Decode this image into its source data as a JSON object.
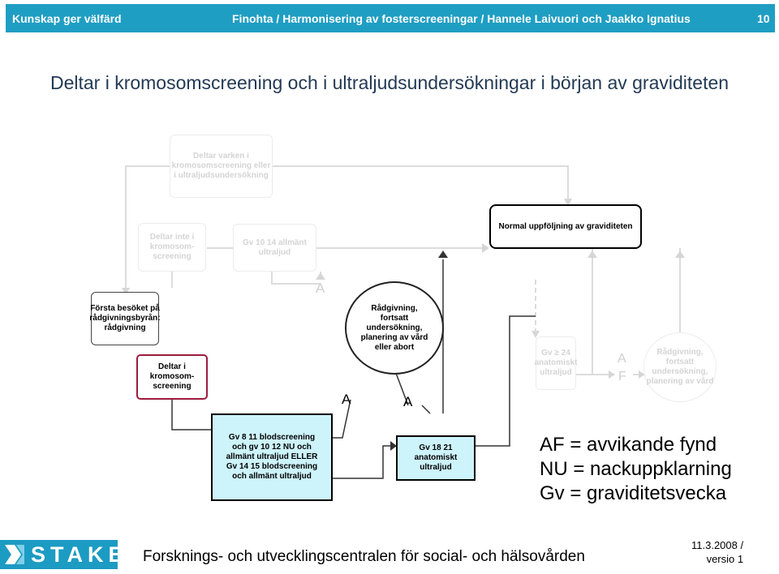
{
  "header": {
    "left": "Kunskap ger välfärd",
    "center": "Finohta / Harmonisering av fosterscreeningar / Hannele Laivuori och Jaakko Ignatius",
    "page": "10"
  },
  "title": "Deltar i kromosomscreening och i ultraljudsundersökningar i början av graviditeten",
  "nodes": {
    "neither": "Deltar varken i kromosomscreening eller i ultraljudsundersökning",
    "not_chrom": "Deltar inte i kromosom-screening",
    "gv10_14": "Gv 10 14 allmänt ultraljud",
    "normal": "Normal uppföljning av graviditeten",
    "first_visit": "Första besöket på rådgivningsbyrån: rådgivning",
    "chrom": "Deltar i kromosom-screening",
    "counsel_center": "Rådgivning, fortsatt undersökning, planering av vård eller abort",
    "gv24": "Gv ≥ 24 anatomiskt ultraljud",
    "counsel_right": "Rådgivning, fortsatt undersökning, planering av vård",
    "screening_box": "Gv 8 11 blodscreening och gv 10 12 NU och allmänt ultraljud ELLER Gv 14 15 blodscreening och allmänt ultraljud",
    "gv18_21": "Gv 18 21 anatomiskt ultraljud"
  },
  "labels": {
    "a1": "A",
    "a2": "A",
    "a3": "A",
    "af_a": "A",
    "af_f": "F"
  },
  "legend": [
    "AF = avvikande fynd",
    "NU = nackuppklarning",
    "Gv = graviditetsvecka"
  ],
  "footer": {
    "text": "Forsknings- och utvecklingscentralen för social- och hälsovården",
    "date": "11.3.2008 /",
    "version": "versio 1",
    "logo": "STAKES"
  },
  "colors": {
    "header_bg": "#1f9ec3",
    "title": "#233a55",
    "cyan_box": "#cdf3fb",
    "maroon": "#9b1c3c"
  }
}
